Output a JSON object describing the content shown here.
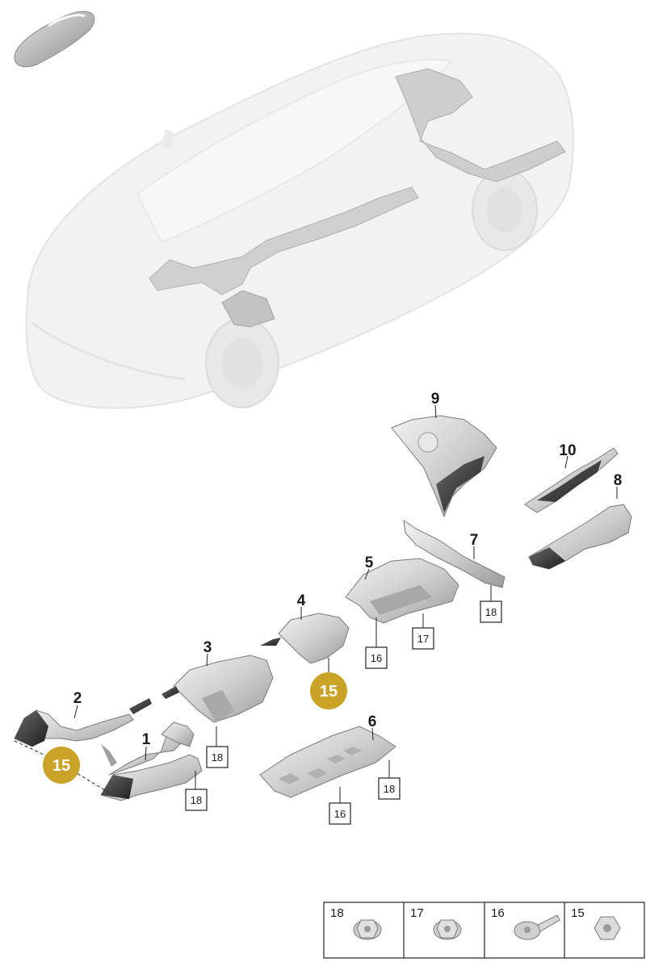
{
  "callouts": {
    "p1": "1",
    "p2": "2",
    "p3": "3",
    "p4": "4",
    "p5": "5",
    "p6": "6",
    "p7": "7",
    "p8": "8",
    "p9": "9",
    "p10": "10"
  },
  "ref_boxes": {
    "b18_p1": "18",
    "b18_p3": "18",
    "b16_p4": "16",
    "b17_p5": "17",
    "b18_p7": "18",
    "b18_p6": "18",
    "b16_p6": "16"
  },
  "badges": {
    "badge_left": "15",
    "badge_center": "15"
  },
  "hardware_table": {
    "cells": [
      {
        "label": "18",
        "icon": "flange-nut-icon"
      },
      {
        "label": "17",
        "icon": "flange-nut-icon"
      },
      {
        "label": "16",
        "icon": "screw-with-washer-icon"
      },
      {
        "label": "15",
        "icon": "hex-nut-icon"
      }
    ]
  },
  "colors": {
    "badge": "#c9a227",
    "part_light": "#d9d9d9",
    "part_dark": "#3a3a3a",
    "car_ghost": "#ececec"
  }
}
